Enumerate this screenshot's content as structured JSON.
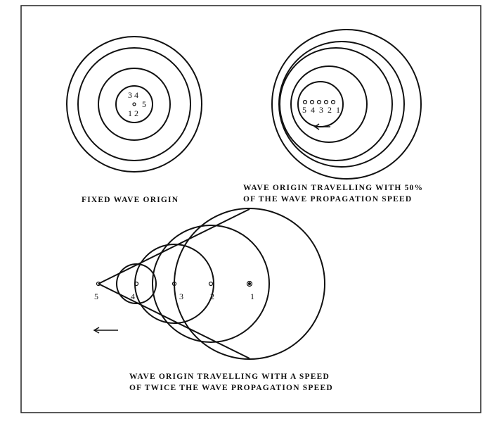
{
  "captions": {
    "fixed": "FIXED WAVE ORIGIN",
    "half_line1": "WAVE ORIGIN TRAVELLING WITH 50%",
    "half_line2": "OF THE WAVE PROPAGATION SPEED",
    "double_line1": "WAVE ORIGIN TRAVELLING WITH A  SPEED",
    "double_line2": "OF TWICE THE WAVE PROPAGATION SPEED"
  },
  "fixed_labels": {
    "top": "3 4",
    "right": "5",
    "bottom": "1 2"
  },
  "half_labels": {
    "points": "5 4 3 2 1"
  },
  "double_labels": {
    "p1": "1",
    "p2": "2",
    "p3": "3",
    "p4": "4",
    "p5": "5"
  }
}
